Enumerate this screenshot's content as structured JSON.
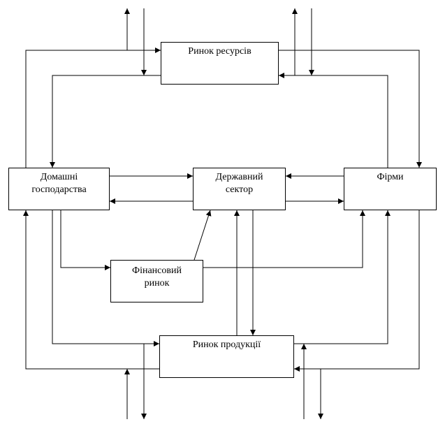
{
  "boxes": {
    "resource_market": {
      "lines": [
        "Ринок ресурсів"
      ]
    },
    "households": {
      "lines": [
        "Домашні",
        "господарства"
      ]
    },
    "government": {
      "lines": [
        "Державний",
        "сектор"
      ]
    },
    "firms": {
      "lines": [
        "Фірми"
      ]
    },
    "financial_market": {
      "lines": [
        "Фінансовий",
        "ринок"
      ]
    },
    "product_market": {
      "lines": [
        "Ринок продукції"
      ]
    }
  },
  "colors": {
    "line": "#000000",
    "background": "#ffffff"
  }
}
